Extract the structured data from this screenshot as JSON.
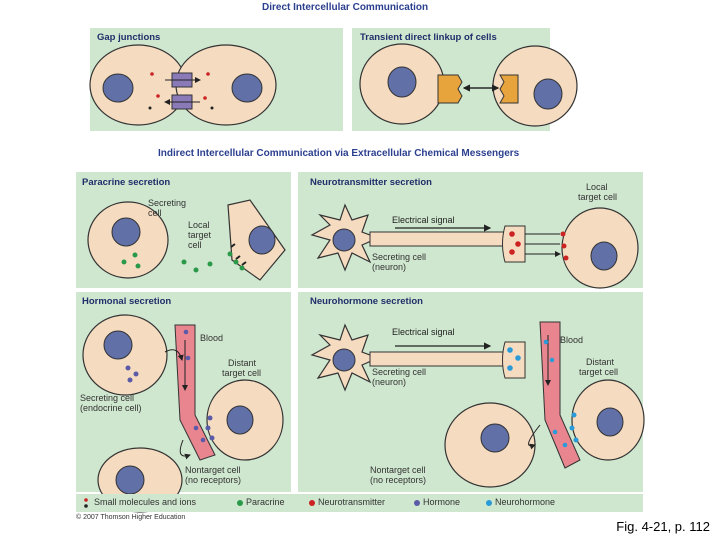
{
  "titles": {
    "direct": "Direct Intercellular Communication",
    "indirect": "Indirect Intercellular Communication via Extracellular Chemical Messengers"
  },
  "panels": {
    "gap": "Gap junctions",
    "transient": "Transient direct linkup of cells",
    "paracrine": "Paracrine secretion",
    "neurotransmitter": "Neurotransmitter secretion",
    "hormonal": "Hormonal secretion",
    "neurohormone": "Neurohormone secretion"
  },
  "labels": {
    "secreting_cell_1": "Secreting",
    "secreting_cell_2": "cell",
    "local_target_1": "Local",
    "local_target_2": "target",
    "local_target_3": "cell",
    "nt_local_1": "Local",
    "nt_local_2": "target cell",
    "electrical_signal_1": "Electrical signal",
    "secreting_neuron_a1": "Secreting cell",
    "secreting_neuron_a2": "(neuron)",
    "blood_1": "Blood",
    "distant_1a": "Distant",
    "distant_1b": "target cell",
    "secreting_endo_1": "Secreting cell",
    "secreting_endo_2": "(endocrine cell)",
    "nontarget_1a": "Nontarget cell",
    "nontarget_1b": "(no receptors)",
    "electrical_signal_2": "Electrical signal",
    "secreting_neuron_b1": "Secreting cell",
    "secreting_neuron_b2": "(neuron)",
    "blood_2": "Blood",
    "distant_2a": "Distant",
    "distant_2b": "target cell",
    "nontarget_2a": "Nontarget cell",
    "nontarget_2b": "(no receptors)"
  },
  "legend": {
    "small": "Small molecules and ions",
    "paracrine": "Paracrine",
    "neurotransmitter": "Neurotransmitter",
    "hormone": "Hormone",
    "neurohormone": "Neurohormone"
  },
  "colors": {
    "panel_bg": "#cfe6cf",
    "cell_fill": "#f5dcc0",
    "nucleus": "#6270a8",
    "paracrine": "#2a9a4a",
    "neurotransmitter": "#cc2222",
    "hormone": "#5a5aa8",
    "neurohormone": "#2a9ad8",
    "blood_vessel": "#e8858f"
  },
  "copyright": "© 2007 Thomson Higher Education",
  "caption": "Fig. 4-21, p. 112"
}
